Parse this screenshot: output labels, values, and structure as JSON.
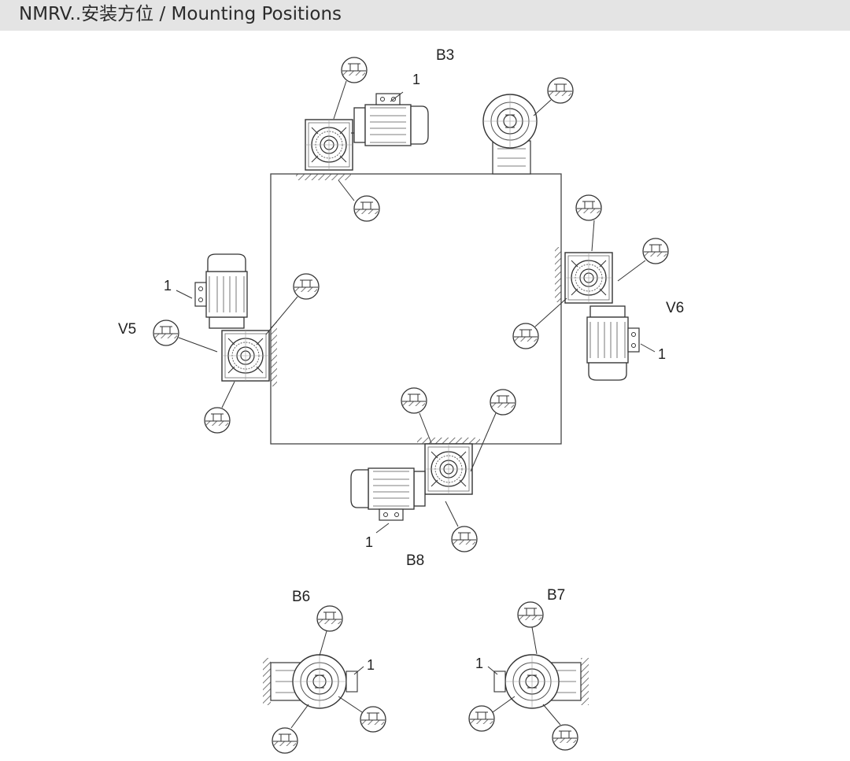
{
  "header": {
    "title": "NMRV..安装方位 / Mounting Positions"
  },
  "positions": {
    "b3": {
      "label": "B3",
      "callout": "1"
    },
    "v5": {
      "label": "V5",
      "callout": "1"
    },
    "v6": {
      "label": "V6",
      "callout": "1"
    },
    "b8": {
      "label": "B8",
      "callout": "1"
    },
    "b6": {
      "label": "B6",
      "callout": "1"
    },
    "b7": {
      "label": "B7",
      "callout": "1"
    }
  },
  "colors": {
    "line": "#333333",
    "header_bg": "#e4e4e4",
    "hatch": "#555555"
  }
}
